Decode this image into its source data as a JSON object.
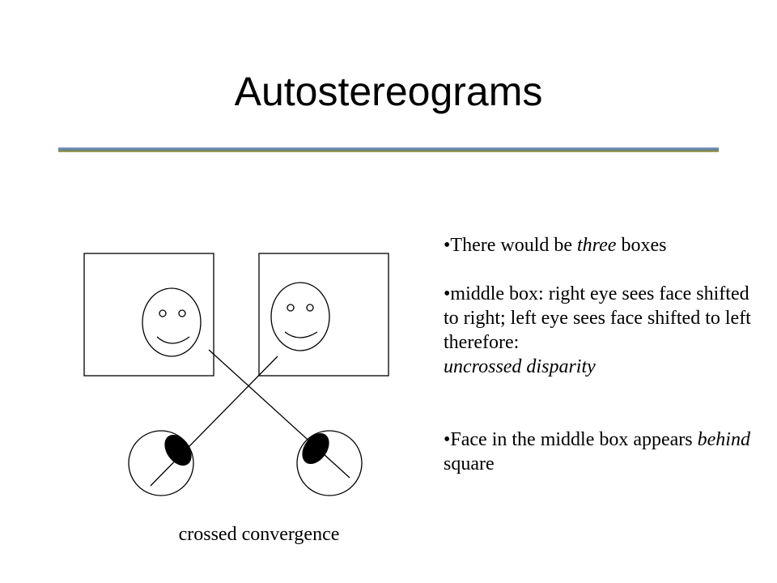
{
  "slide": {
    "title": "Autostereograms",
    "caption": "crossed convergence",
    "bullets": [
      {
        "parts": [
          "•There would be ",
          "three",
          " boxes"
        ]
      },
      {
        "parts": [
          "•middle box: right eye sees face shifted to right; left eye sees face shifted to left therefore:"
        ],
        "emphasis": "uncrossed disparity"
      },
      {
        "parts": [
          "•Face in the middle box appears ",
          "behind",
          " square"
        ]
      }
    ]
  }
}
